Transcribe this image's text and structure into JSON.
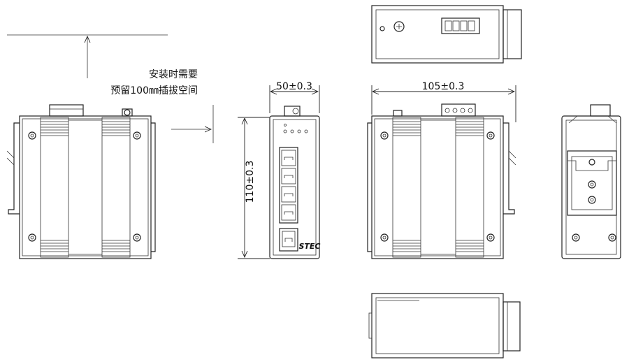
{
  "note": {
    "line1": "安装时需要",
    "line2": "预留100㎜插拔空间"
  },
  "dimensions": {
    "front_width": "50±0.3",
    "side_width": "105±0.3",
    "height": "110±0.3"
  },
  "brand": {
    "logo": "STEC"
  }
}
